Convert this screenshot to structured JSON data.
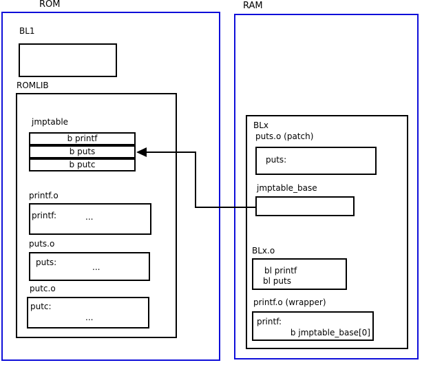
{
  "colors": {
    "container_border": "#0d0dd9",
    "box_border": "#000000",
    "background": "#ffffff"
  },
  "rom": {
    "title": "ROM",
    "bl1_label": "BL1",
    "romlib_label": "ROMLIB",
    "jmptable": {
      "label": "jmptable",
      "entries": [
        "b printf",
        "b puts",
        "b putc"
      ]
    },
    "printf_o": {
      "label": "printf.o",
      "symbol": "printf:",
      "dots": "..."
    },
    "puts_o": {
      "label": "puts.o",
      "symbol": "puts:",
      "dots": "..."
    },
    "putc_o": {
      "label": "putc.o",
      "symbol": "putc:",
      "dots": "..."
    }
  },
  "ram": {
    "title": "RAM",
    "blx_label": "BLx",
    "puts_patch": {
      "label": "puts.o (patch)",
      "symbol": "puts:"
    },
    "jmptable_base": {
      "label": "jmptable_base"
    },
    "blx_o": {
      "label": "BLx.o",
      "lines": [
        "bl printf",
        "bl puts"
      ]
    },
    "printf_wrapper": {
      "label": "printf.o (wrapper)",
      "symbol": "printf:",
      "instruction": "b jmptable_base[0]"
    }
  },
  "arrow": {
    "meaning": "jmptable_base points to b puts entry in ROM jmptable"
  }
}
